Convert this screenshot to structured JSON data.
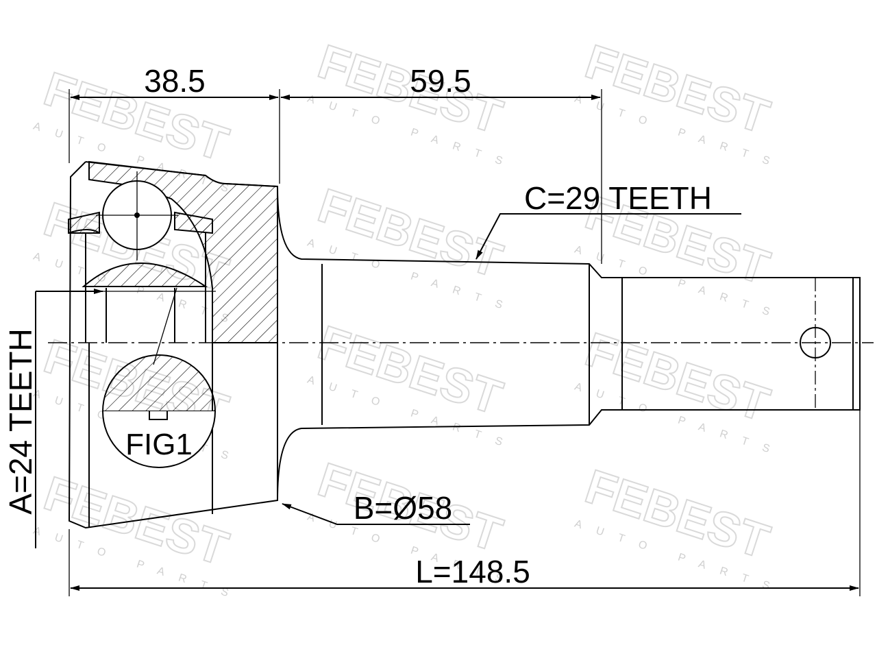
{
  "watermark": {
    "brand": "FEBEST",
    "tagline": "AUTO PARTS"
  },
  "dimensions": {
    "dim_left": "38.5",
    "dim_right": "59.5",
    "teeth_outer": "C=29 TEETH",
    "teeth_inner": "A=24 TEETH",
    "diameter": "B=Ø58",
    "length": "L=148.5"
  },
  "figure_label": "FIG1"
}
